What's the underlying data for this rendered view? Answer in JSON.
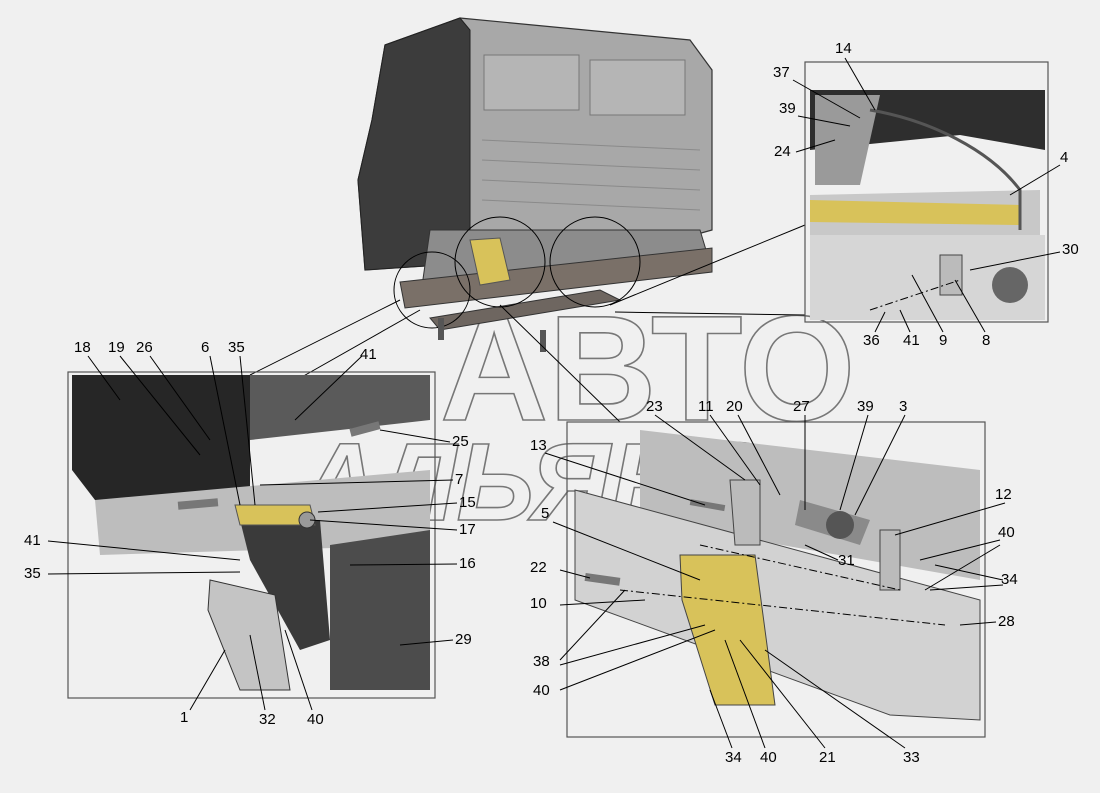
{
  "watermark": {
    "line1": "АВТО",
    "line2": "АЛЬЯНС"
  },
  "colors": {
    "background": "#f0f0f0",
    "cab_body": "#9a9a9a",
    "cab_dark": "#3c3c3c",
    "frame_rail": "#7a7068",
    "highlight_part": "#d8c25a",
    "panel_border": "#555555"
  },
  "callouts": {
    "top_right": [
      "14",
      "37",
      "39",
      "24",
      "4",
      "30",
      "36",
      "41",
      "9",
      "8"
    ],
    "left_panel": [
      "18",
      "19",
      "26",
      "6",
      "35",
      "41",
      "25",
      "7",
      "15",
      "17",
      "41",
      "35",
      "16",
      "29",
      "1",
      "32",
      "40"
    ],
    "right_panel": [
      "23",
      "11",
      "20",
      "27",
      "39",
      "3",
      "13",
      "5",
      "12",
      "40",
      "34",
      "31",
      "22",
      "10",
      "28",
      "38",
      "40",
      "34",
      "40",
      "21",
      "33"
    ]
  }
}
